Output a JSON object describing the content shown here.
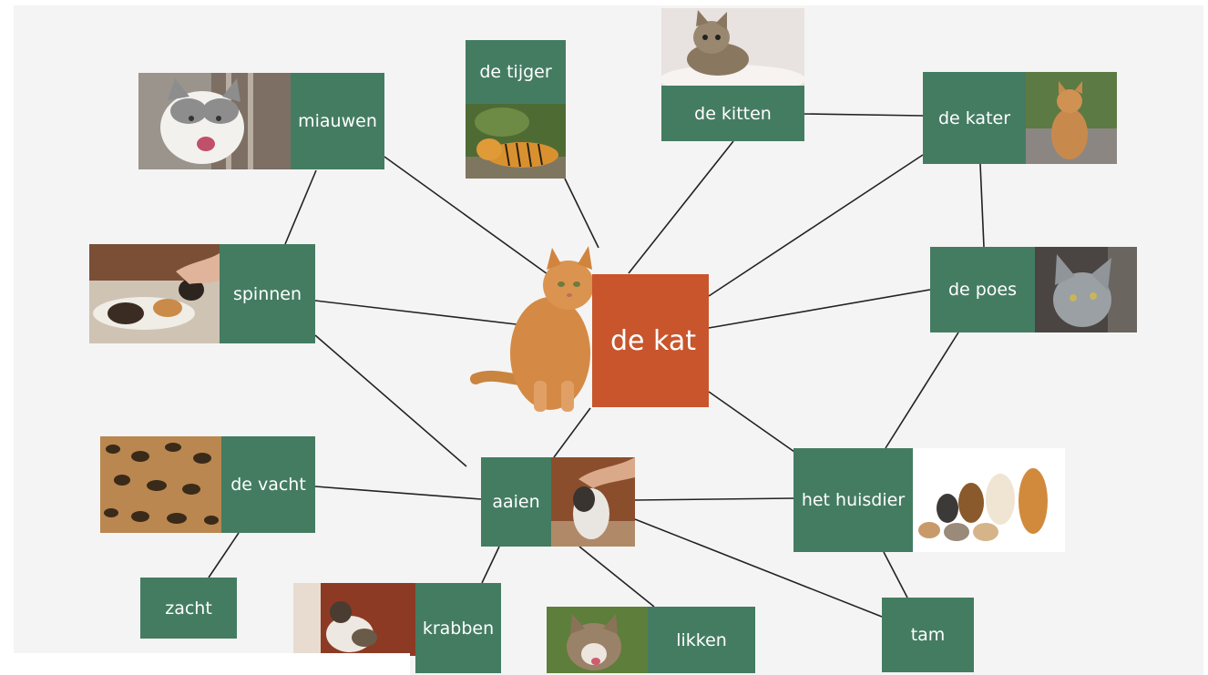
{
  "colors": {
    "node": "#447c62",
    "center": "#c9552c",
    "background": "#f4f4f4",
    "line": "#222222"
  },
  "center": {
    "label": "de kat",
    "photo": "orange-cat-sitting"
  },
  "nodes": {
    "miauwen": {
      "label": "miauwen",
      "photo": "meowing-cat"
    },
    "tijger": {
      "label": "de tijger",
      "photo": "tiger-lying"
    },
    "kitten": {
      "label": "de kitten",
      "photo": "tabby-kitten"
    },
    "kater": {
      "label": "de kater",
      "photo": "ginger-tomcat"
    },
    "spinnen": {
      "label": "spinnen",
      "photo": "hand-petting-cat"
    },
    "poes": {
      "label": "de poes",
      "photo": "grey-cat"
    },
    "vacht": {
      "label": "de vacht",
      "photo": "spotted-fur"
    },
    "aaien": {
      "label": "aaien",
      "photo": "petting-cat"
    },
    "huisdier": {
      "label": "het huisdier",
      "photo": "group-of-pets"
    },
    "zacht": {
      "label": "zacht"
    },
    "krabben": {
      "label": "krabben",
      "photo": "cat-scratching-door"
    },
    "likken": {
      "label": "likken",
      "photo": "cat-licking"
    },
    "tam": {
      "label": "tam"
    }
  }
}
